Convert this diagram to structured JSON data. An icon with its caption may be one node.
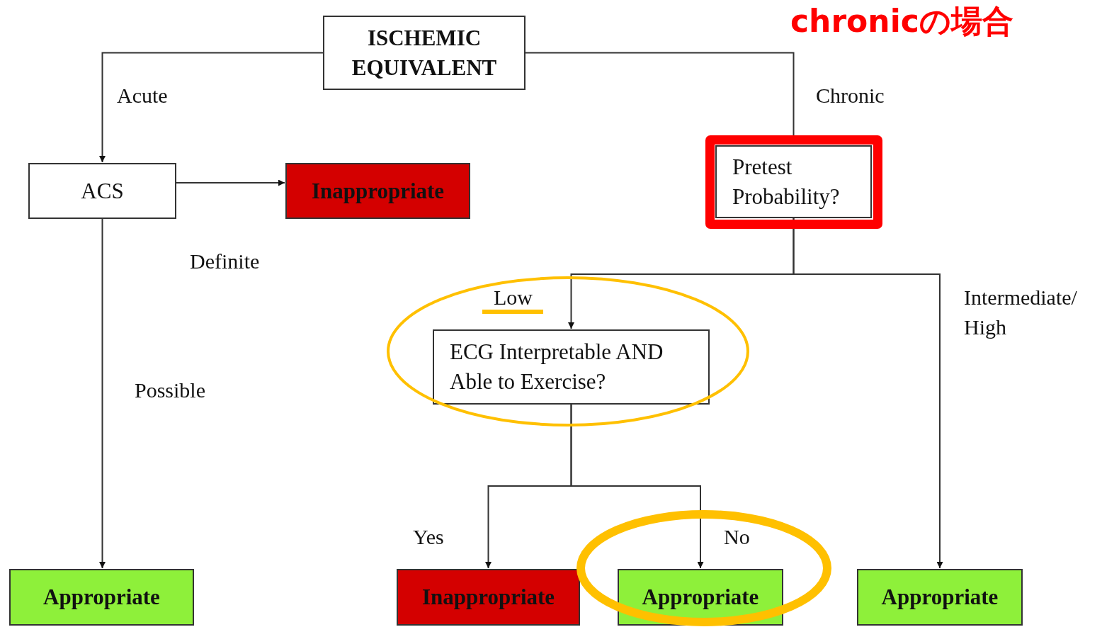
{
  "diagram": {
    "nodes": [
      {
        "text": [
          "ISCHEMIC EQUIVALENT"
        ]
      },
      {
        "text": [
          "ACS"
        ]
      },
      {
        "text": [
          "Inappropriate"
        ]
      },
      {
        "text": [
          "Pretest Probability?"
        ]
      },
      {
        "text": [
          "ECG Interpretable AND Able to Exercise?"
        ]
      },
      {
        "text": [
          "Appropriate"
        ]
      },
      {
        "text": [
          "Inappropriate"
        ]
      },
      {
        "text": [
          "Appropriate"
        ]
      },
      {
        "text": [
          "Appropriate"
        ]
      }
    ],
    "edges": [
      {
        "from": 0,
        "to": 1,
        "arrow": "to",
        "label": "Acute"
      },
      {
        "from": 1,
        "to": 2,
        "arrow": "to",
        "label": "Definite"
      },
      {
        "from": 1,
        "to": 5,
        "arrow": "to",
        "label": "Possible"
      },
      {
        "from": 0,
        "to": 3,
        "arrow": "none",
        "label": "Chronic"
      },
      {
        "from": 3,
        "to": 4,
        "arrow": "to",
        "label": "Low"
      },
      {
        "from": 3,
        "to": 8,
        "arrow": "to",
        "label": "Intermediate/ High"
      },
      {
        "from": 4,
        "to": 6,
        "arrow": "to",
        "label": "Yes"
      },
      {
        "from": 4,
        "to": 7,
        "arrow": "to",
        "label": "No"
      }
    ],
    "labels": [
      "chronicの場合"
    ]
  }
}
